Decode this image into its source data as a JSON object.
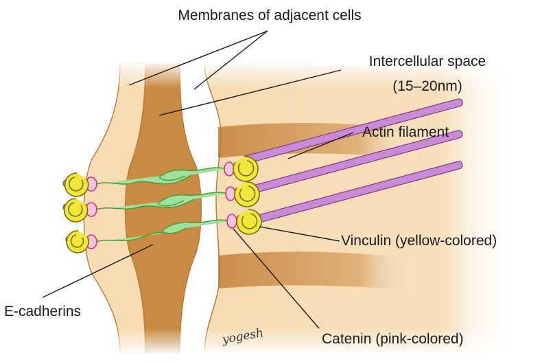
{
  "labels": {
    "membranes": "Membranes of adjacent cells",
    "intercellular_space": "Intercellular space",
    "intercellular_space_size": "(15–20nm)",
    "actin": "Actin filament",
    "vinculin": "Vinculin (yellow-colored)",
    "ecadherins": "E-cadherins",
    "catenin": "Catenin (pink-colored)"
  },
  "artist_signature": "yogesh",
  "colors": {
    "background": "#ffffff",
    "cytoplasm": "#f7dcb4",
    "intercellular": "#c98a44",
    "membrane_edge": "#b87a3a",
    "cadherin": "#9fe09a",
    "cadherin_edge": "#3f9a3c",
    "vinculin": "#f2e63a",
    "vinculin_edge": "#7a6a10",
    "catenin": "#f6c6dc",
    "catenin_edge": "#d0307a",
    "actin": "#c98ad6",
    "actin_edge": "#7a3a8a",
    "leader_line": "#1a1a1a"
  }
}
